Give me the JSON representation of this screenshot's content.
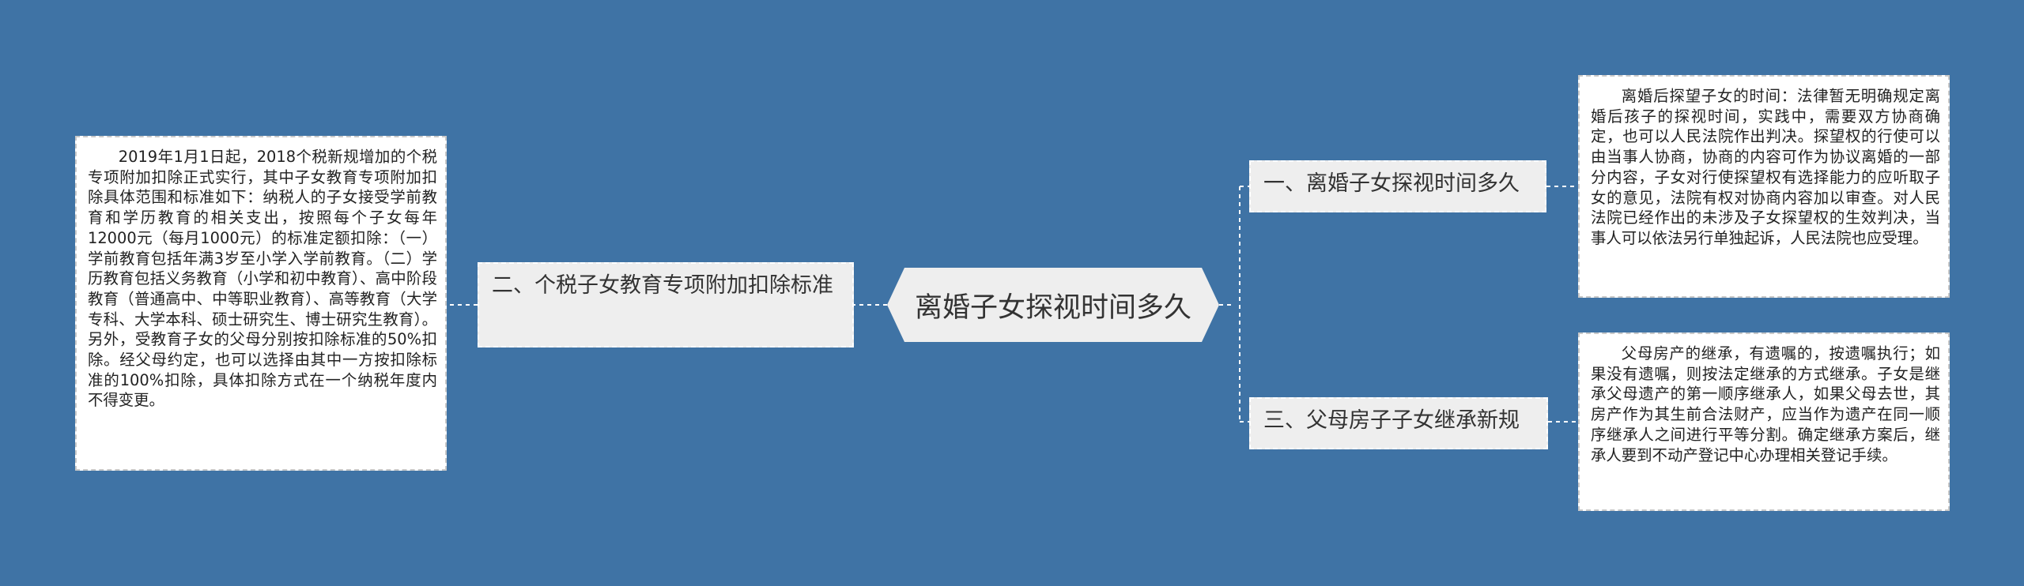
{
  "root": {
    "label": "离婚子女探视时间多久"
  },
  "branches": [
    {
      "label": "一、离婚子女探视时间多久",
      "detail": "离婚后探望子女的时间：法律暂无明确规定离婚后孩子的探视时间，实践中，需要双方协商确定，也可以人民法院作出判决。探望权的行使可以由当事人协商，协商的内容可作为协议离婚的一部分内容，子女对行使探望权有选择能力的应听取子女的意见，法院有权对协商内容加以审查。对人民法院已经作出的未涉及子女探望权的生效判决，当事人可以依法另行单独起诉，人民法院也应受理。"
    },
    {
      "label": "二、个税子女教育专项附加扣除标准",
      "detail": "2019年1月1日起，2018个税新规增加的个税专项附加扣除正式实行，其中子女教育专项附加扣除具体范围和标准如下：纳税人的子女接受学前教育和学历教育的相关支出，按照每个子女每年12000元（每月1000元）的标准定额扣除：（一）学前教育包括年满3岁至小学入学前教育。（二）学历教育包括义务教育（小学和初中教育）、高中阶段教育（普通高中、中等职业教育）、高等教育（大学专科、大学本科、硕士研究生、博士研究生教育）。另外，受教育子女的父母分别按扣除标准的50%扣除。经父母约定，也可以选择由其中一方按扣除标准的100%扣除，具体扣除方式在一个纳税年度内不得变更。"
    },
    {
      "label": "三、父母房子子女继承新规",
      "detail": "父母房产的继承，有遗嘱的，按遗嘱执行；如果没有遗嘱，则按法定继承的方式继承。子女是继承父母遗产的第一顺序继承人，如果父母去世，其房产作为其生前合法财产，应当作为遗产在同一顺序继承人之间进行平等分割。确定继承方案后，继承人要到不动产登记中心办理相关登记手续。"
    }
  ],
  "colors": {
    "background": "#3f73a5",
    "node_fill": "#eeeeee",
    "leaf_fill": "#ffffff",
    "connector": "#ffffff"
  }
}
